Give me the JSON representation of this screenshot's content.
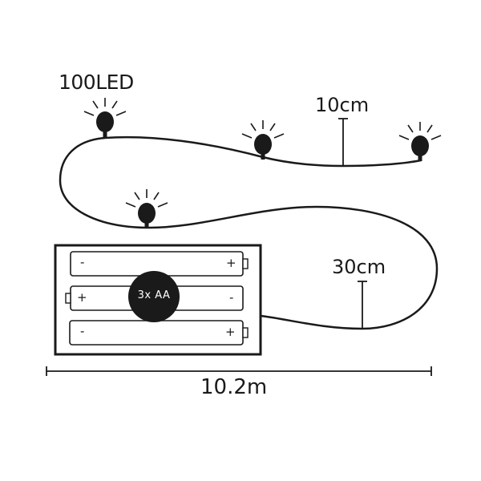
{
  "diagram": {
    "title": "Battery LED string light dimensions",
    "labels": {
      "led_count": "100LED",
      "led_spacing": "10cm",
      "lead_cable": "30cm",
      "total_length": "10.2m"
    },
    "battery_box": {
      "badge": "3x AA",
      "batteries": [
        {
          "left_sign": "-",
          "right_sign": "+",
          "terminal": "right"
        },
        {
          "left_sign": "+",
          "right_sign": "-",
          "terminal": "left"
        },
        {
          "left_sign": "-",
          "right_sign": "+",
          "terminal": "right"
        }
      ]
    },
    "icons": [
      "led-bulb-icon",
      "battery-icon",
      "dimension-marker-icon"
    ],
    "colors": {
      "line": "#1a1a1a",
      "background": "#ffffff",
      "badge": "#1a1a1a",
      "badge_text": "#ffffff"
    }
  }
}
